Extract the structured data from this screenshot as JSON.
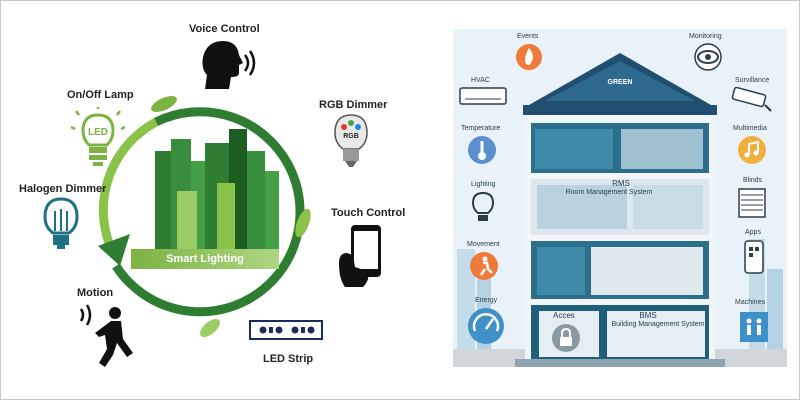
{
  "left_diagram": {
    "center_label": "Smart Lighting",
    "features": {
      "voice_control": "Voice Control",
      "rgb_dimmer": "RGB Dimmer",
      "rgb_bulb_text": "RGB",
      "touch_control": "Touch Control",
      "led_strip": "LED Strip",
      "motion": "Motion",
      "halogen_dimmer": "Halogen Dimmer",
      "onoff_lamp": "On/Off Lamp",
      "led_bulb_text": "LED"
    }
  },
  "right_diagram": {
    "roof_sign": "GREEN",
    "rms_title": "RMS",
    "rms_subtitle": "Room Management System",
    "bms_title": "BMS",
    "bms_subtitle": "Building Management System",
    "features": {
      "events": "Events",
      "monitoring": "Monitoring",
      "hvac": "HVAC",
      "survillance": "Survillance",
      "temperature": "Temperature",
      "multimedia": "Multimedia",
      "lighting": "Lighting",
      "blinds": "Blinds",
      "movement": "Movement",
      "apps": "Apps",
      "energy": "Energy",
      "acces": "Acces",
      "machines": "Machines"
    }
  },
  "colors": {
    "green_dark": "#2e7d32",
    "green_light": "#8bc34a",
    "teal": "#1f6f86",
    "orange": "#f07a3a",
    "sky": "#d6e9f4"
  }
}
